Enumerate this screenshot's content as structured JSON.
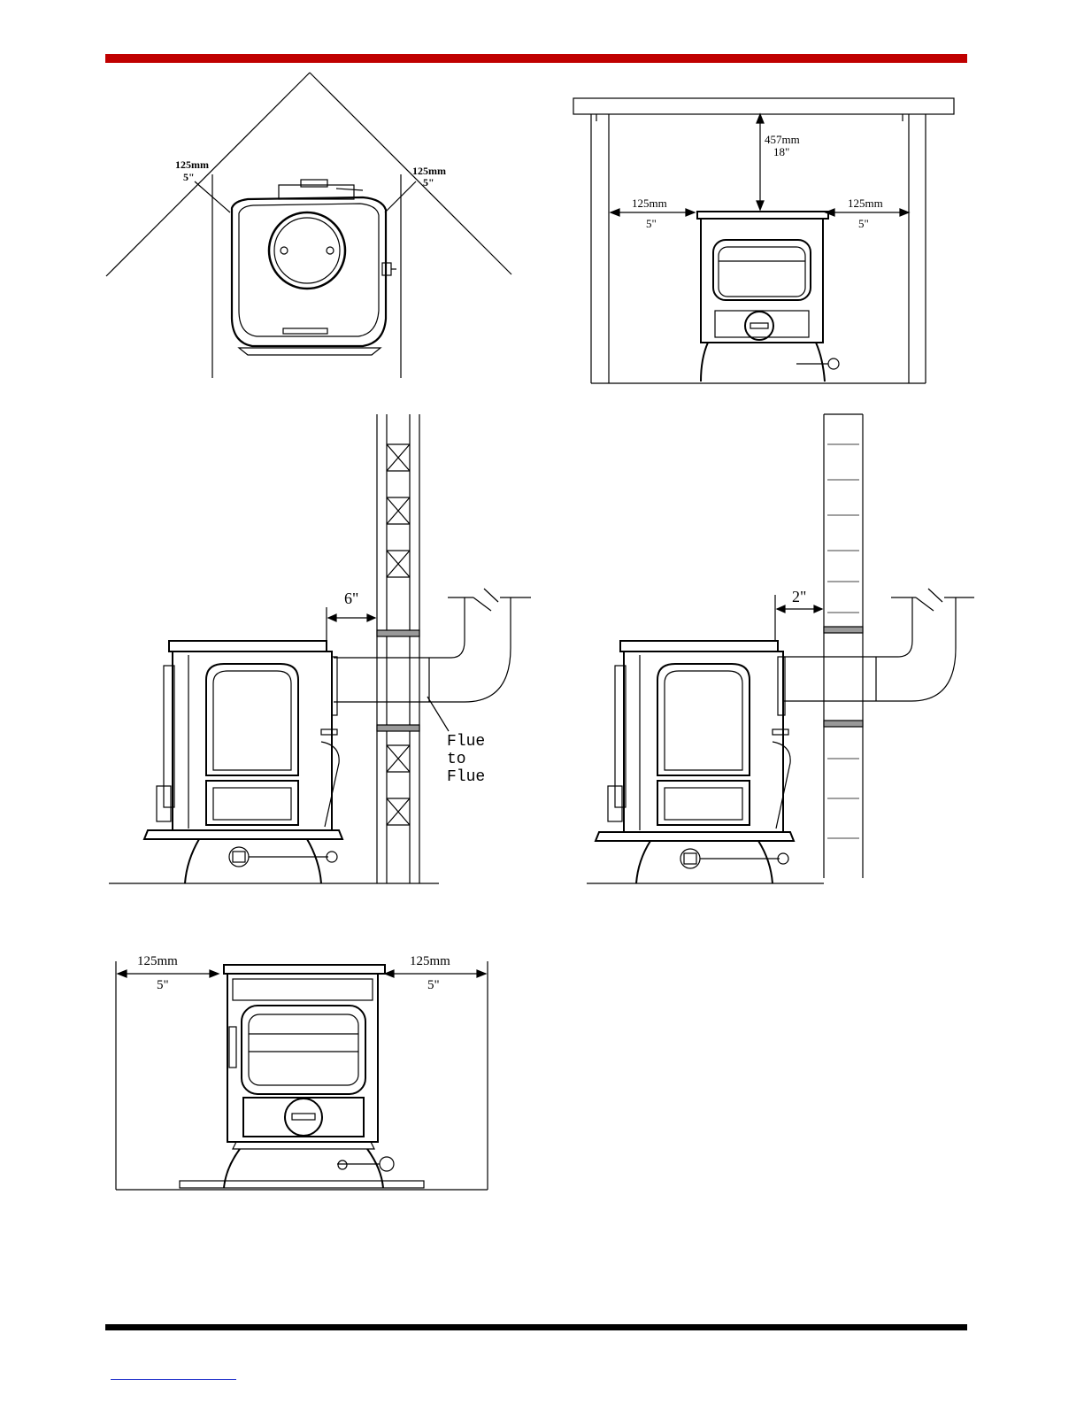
{
  "colors": {
    "top_rule": "#c00000",
    "bottom_rule": "#000000",
    "link_underline": "#2233cc"
  },
  "corner_plan": {
    "left_mm": "125mm",
    "left_in": "5\"",
    "right_mm": "125mm",
    "right_in": "5\""
  },
  "alcove_front": {
    "top_mm": "457mm",
    "top_in": "18\"",
    "left_mm": "125mm",
    "left_in": "5\"",
    "right_mm": "125mm",
    "right_in": "5\""
  },
  "side_combustible": {
    "gap": "6\"",
    "flue_line1": "Flue",
    "flue_line2": "to",
    "flue_line3": "Flue"
  },
  "side_noncombustible": {
    "gap": "2\""
  },
  "freestanding_front": {
    "left_mm": "125mm",
    "left_in": "5\"",
    "right_mm": "125mm",
    "right_in": "5\""
  }
}
